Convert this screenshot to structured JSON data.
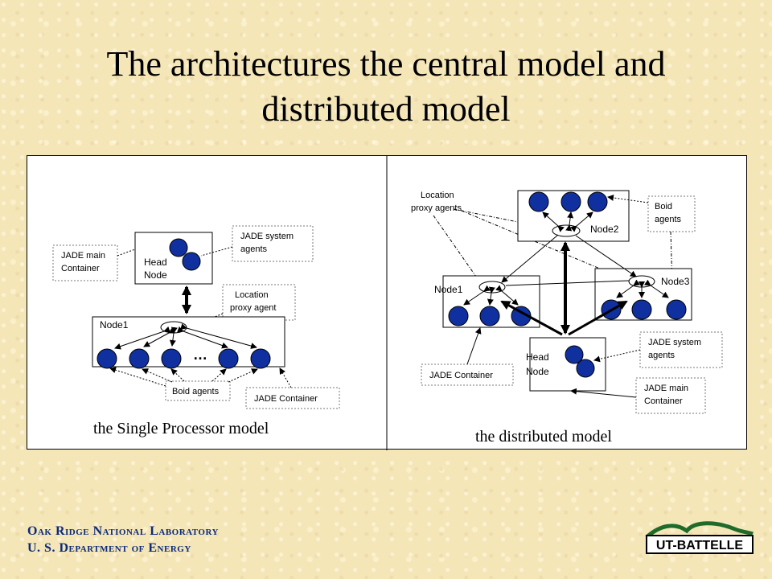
{
  "title": {
    "line1": "The architectures the central model and",
    "line2": "distributed model"
  },
  "single": {
    "caption": "the Single Processor model",
    "jade_main_1": "JADE main",
    "jade_main_2": "Container",
    "head_1": "Head",
    "head_2": "Node",
    "jade_system_1": "JADE system",
    "jade_system_2": "agents",
    "location_1": "Location",
    "location_2": "proxy agent",
    "node1": "Node1",
    "ellipsis": "…",
    "boid": "Boid agents",
    "jade_container": "JADE Container"
  },
  "distributed": {
    "caption": "the distributed model",
    "location_1": "Location",
    "location_2": "proxy agents",
    "node2": "Node2",
    "boid_1": "Boid",
    "boid_2": "agents",
    "node1": "Node1",
    "node3": "Node3",
    "jade_system_1": "JADE system",
    "jade_system_2": "agents",
    "head_1": "Head",
    "head_2": "Node",
    "jade_container": "JADE Container",
    "jade_main_1": "JADE main",
    "jade_main_2": "Container"
  },
  "footer": {
    "line1": "Oak Ridge National Laboratory",
    "line2": "U. S. Department of Energy"
  },
  "logo": {
    "text": "UT-BATTELLE"
  },
  "colors": {
    "agent_fill": "#1030a0",
    "footer_text": "#0b2a7a",
    "logo_green": "#1f6b2a"
  }
}
